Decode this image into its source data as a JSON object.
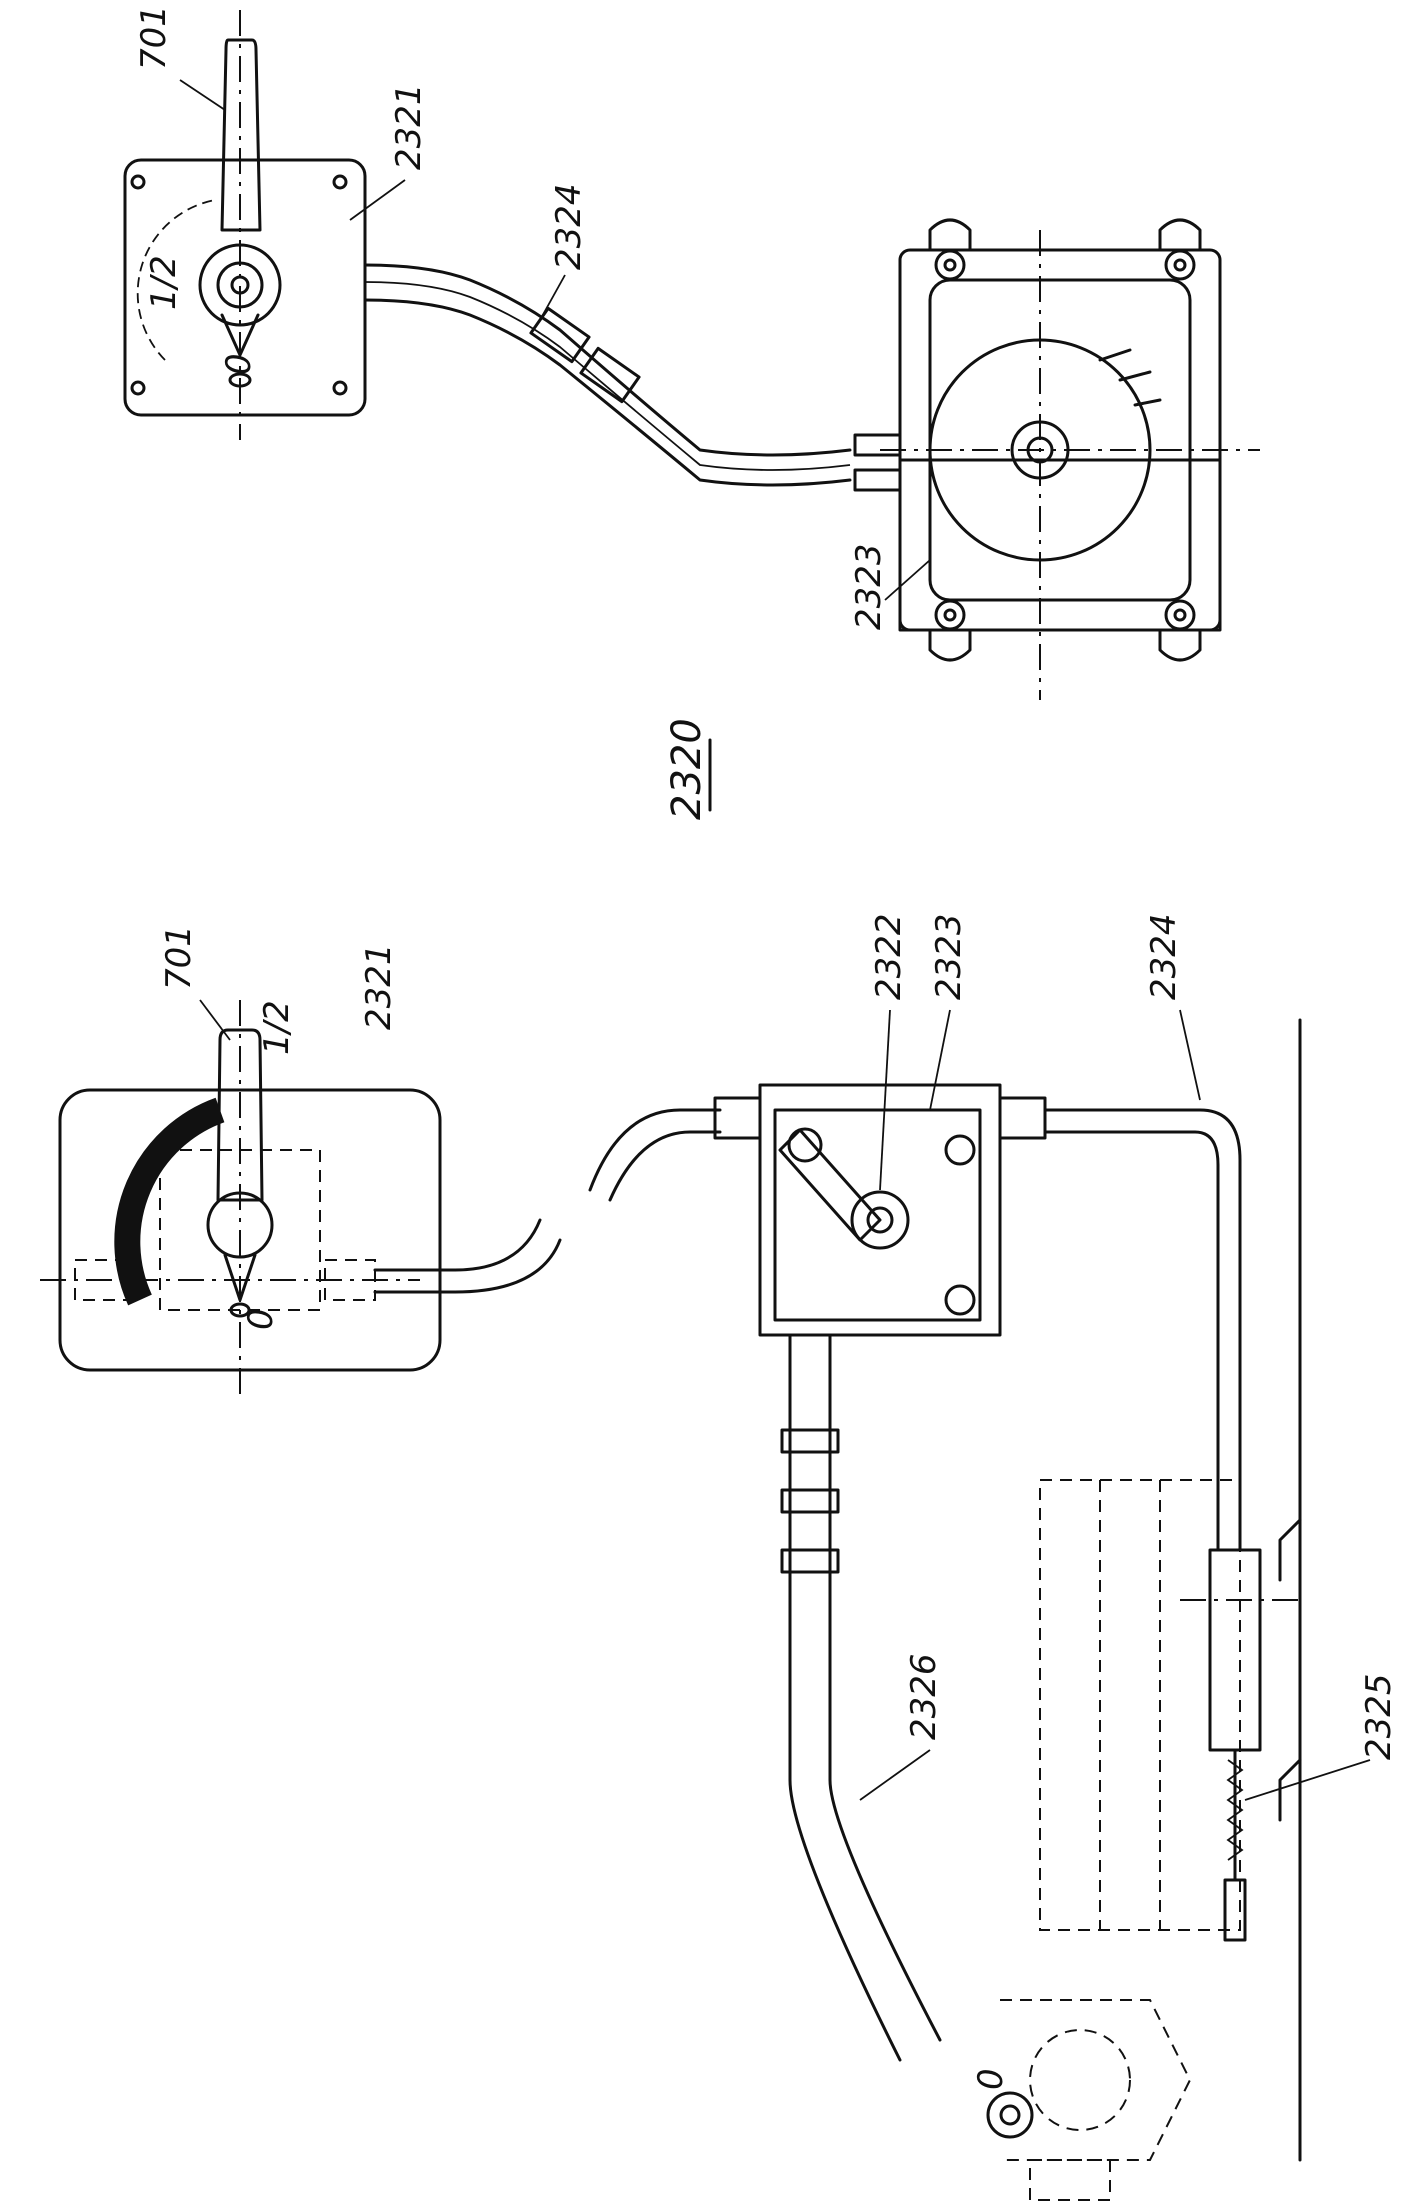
{
  "figure": {
    "title": "2320",
    "labels": {
      "lever_top": "701",
      "box_top": "2321",
      "cable_top": "2324",
      "housing_top": "2323",
      "lever_bottom": "701",
      "box_bottom": "2321",
      "pivot": "2322",
      "housing_bottom": "2323",
      "cable_bottom": "2324",
      "rod": "2326",
      "spring_rod": "2325"
    },
    "marks": {
      "half_top": "1/2",
      "zero_top": "0",
      "half_bottom": "1/2",
      "zero_bottom": "0",
      "zero_rod": "0"
    }
  }
}
